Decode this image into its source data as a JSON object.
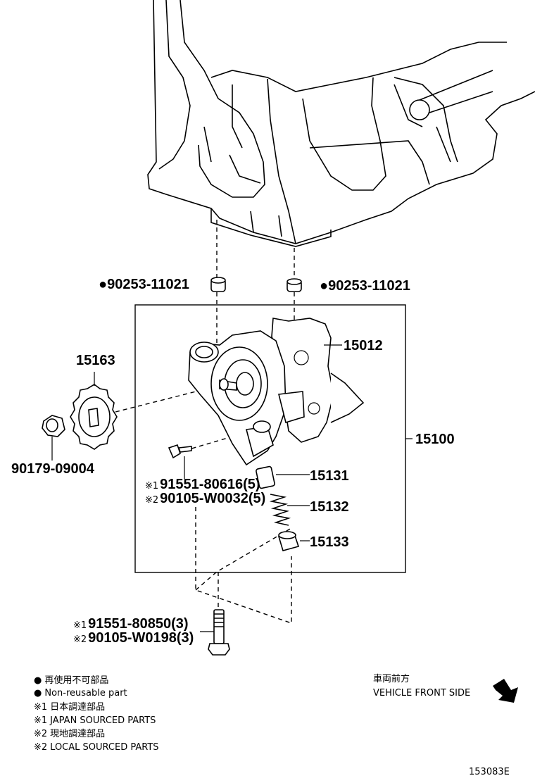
{
  "parts": {
    "p_90253_left": "90253-11021",
    "p_90253_right": "90253-11021",
    "p_15012": "15012",
    "p_15163": "15163",
    "p_15100": "15100",
    "p_90179": "90179-09004",
    "p_15131": "15131",
    "p_15132": "15132",
    "p_15133": "15133",
    "p_91551_80616": "91551-80616(5)",
    "p_90105_W0032": "90105-W0032(5)",
    "p_91551_80850": "91551-80850(3)",
    "p_90105_W0198": "90105-W0198(3)"
  },
  "marks": {
    "dot": "●",
    "note1": "※1",
    "note2": "※2"
  },
  "legend": {
    "nonreusable_jp": "再使用不可部品",
    "nonreusable_en": "Non-reusable part",
    "japan_jp": "日本調達部品",
    "japan_en": "JAPAN SOURCED PARTS",
    "local_jp": "現地調達部品",
    "local_en": "LOCAL SOURCED PARTS"
  },
  "direction": {
    "jp": "車両前方",
    "en": "VEHICLE FRONT SIDE"
  },
  "figure_code": "153083E"
}
